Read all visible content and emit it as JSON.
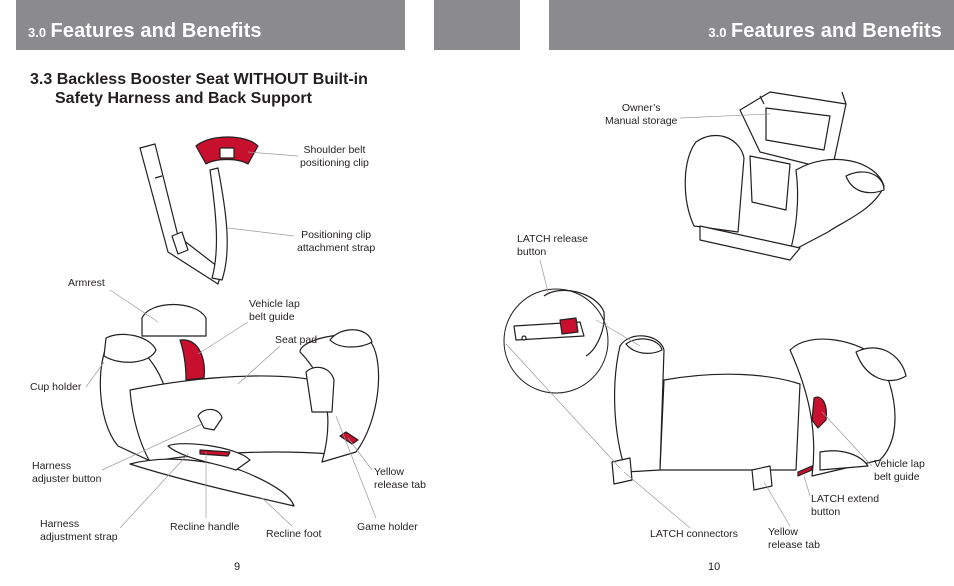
{
  "left_page": {
    "header": {
      "section_number": "3.0",
      "title": "Features and Benefits"
    },
    "subheading": {
      "number": "3.3",
      "line1": "Backless Booster Seat WITHOUT Built-in",
      "line2": "Safety Harness and Back Support"
    },
    "labels": {
      "shoulder_clip_1": "Shoulder belt",
      "shoulder_clip_2": "positioning clip",
      "attach_strap_1": "Positioning clip",
      "attach_strap_2": "attachment strap",
      "armrest": "Armrest",
      "lap_guide_1": "Vehicle lap",
      "lap_guide_2": "belt guide",
      "seat_pad": "Seat pad",
      "cup_holder": "Cup holder",
      "harness_button_1": "Harness",
      "harness_button_2": "adjuster button",
      "yellow_tab_1": "Yellow",
      "yellow_tab_2": "release tab",
      "harness_strap_1": "Harness",
      "harness_strap_2": "adjustment strap",
      "recline_handle": "Recline handle",
      "recline_foot": "Recline foot",
      "game_holder": "Game holder"
    },
    "page_number": "9"
  },
  "right_page": {
    "header": {
      "section_number": "3.0",
      "title": "Features and Benefits"
    },
    "labels": {
      "manual_storage_1": "Owner’s",
      "manual_storage_2": "Manual storage",
      "latch_release_1": "LATCH release",
      "latch_release_2": "button",
      "lap_guide_1": "Vehicle lap",
      "lap_guide_2": "belt guide",
      "latch_extend_1": "LATCH extend",
      "latch_extend_2": "button",
      "latch_connectors": "LATCH connectors",
      "yellow_tab_1": "Yellow",
      "yellow_tab_2": "release tab"
    },
    "page_number": "10"
  },
  "colors": {
    "header_bg": "#8b8b8d",
    "accent_red": "#c8102e",
    "text": "#231f20"
  }
}
